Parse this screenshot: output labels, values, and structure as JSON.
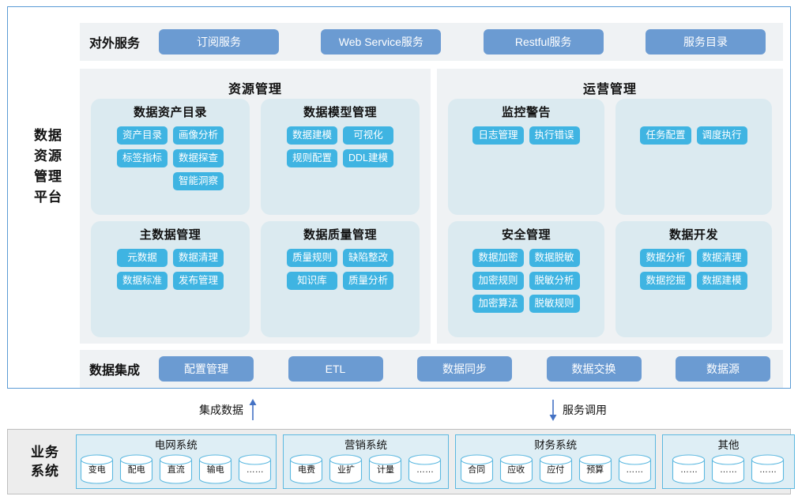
{
  "platform": {
    "title_lines": [
      "数据",
      "资源",
      "管理",
      "平台"
    ],
    "external_services": {
      "label": "对外服务",
      "buttons": [
        {
          "label": "订阅服务"
        },
        {
          "label": "Web Service服务"
        },
        {
          "label": "Restful服务"
        },
        {
          "label": "服务目录"
        }
      ]
    },
    "panels": [
      {
        "title": "资源管理",
        "rows": [
          [
            {
              "title": "数据资产目录",
              "columns": [
                [
                  "资产目录",
                  "标签指标"
                ],
                [
                  "画像分析",
                  "数据探查",
                  "智能洞察"
                ]
              ]
            },
            {
              "title": "数据模型管理",
              "columns": [
                [
                  "数据建模",
                  "规则配置"
                ],
                [
                  "可视化",
                  "DDL建模"
                ]
              ]
            }
          ],
          [
            {
              "title": "主数据管理",
              "columns": [
                [
                  "元数据",
                  "数据标准"
                ],
                [
                  "数据清理",
                  "发布管理"
                ]
              ]
            },
            {
              "title": "数据质量管理",
              "columns": [
                [
                  "质量规则",
                  "知识库"
                ],
                [
                  "缺陷整改",
                  "质量分析"
                ]
              ]
            }
          ]
        ]
      },
      {
        "title": "运营管理",
        "rows": [
          [
            {
              "title": "监控警告",
              "columns": [
                [
                  "日志管理"
                ],
                [
                  "执行错误"
                ]
              ]
            },
            {
              "title": "",
              "columns": [
                [
                  "任务配置"
                ],
                [
                  "调度执行"
                ]
              ]
            }
          ],
          [
            {
              "title": "安全管理",
              "columns": [
                [
                  "数据加密",
                  "加密规则",
                  "加密算法"
                ],
                [
                  "数据脱敏",
                  "脱敏分析",
                  "脱敏规则"
                ]
              ]
            },
            {
              "title": "数据开发",
              "columns": [
                [
                  "数据分析",
                  "数据挖掘"
                ],
                [
                  "数据清理",
                  "数据建模"
                ]
              ]
            }
          ]
        ]
      }
    ],
    "data_integration": {
      "label": "数据集成",
      "buttons": [
        {
          "label": "配置管理"
        },
        {
          "label": "ETL"
        },
        {
          "label": "数据同步"
        },
        {
          "label": "数据交换"
        },
        {
          "label": "数据源"
        }
      ]
    }
  },
  "connectors": [
    {
      "label": "集成数据",
      "direction": "up",
      "label_position": "left"
    },
    {
      "label": "服务调用",
      "direction": "down",
      "label_position": "right"
    }
  ],
  "business_systems": {
    "title_lines": [
      "业务",
      "系统"
    ],
    "groups": [
      {
        "title": "电网系统",
        "databases": [
          "变电",
          "配电",
          "直流",
          "输电",
          "……"
        ]
      },
      {
        "title": "营销系统",
        "databases": [
          "电费",
          "业扩",
          "计量",
          "……"
        ]
      },
      {
        "title": "财务系统",
        "databases": [
          "合同",
          "应收",
          "应付",
          "预算",
          "……"
        ]
      },
      {
        "title": "其他",
        "databases": [
          "……",
          "……",
          "……"
        ]
      }
    ]
  },
  "colors": {
    "frame_border": "#5B9BD5",
    "band_bg": "#EFF2F4",
    "service_button": "#6B9BD2",
    "chip": "#3FB4E2",
    "card_bg": "#DBEAF0",
    "business_bg": "#EDEDED",
    "business_group_bg": "#DEEEF5",
    "business_group_border": "#5BB8E0",
    "arrow": "#4472C4"
  }
}
